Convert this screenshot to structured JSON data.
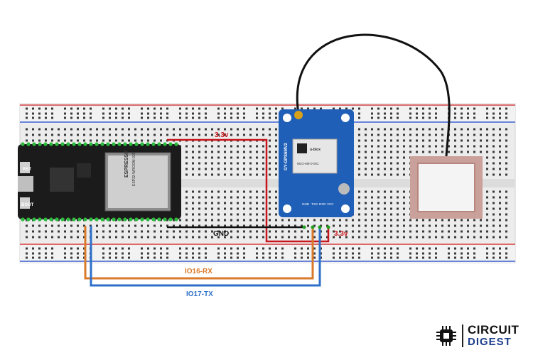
{
  "colors": {
    "power_wire": "#c8161d",
    "gnd_wire": "#111111",
    "rx_wire": "#d97a2b",
    "tx_wire": "#2e6fc9",
    "gps_board": "#1f5fb7",
    "esp_board": "#1b1b1b",
    "breadboard": "#e9e9e9",
    "rail_red": "#d23a3a",
    "rail_blue": "#3a5fd2",
    "antenna_cable": "#111111",
    "antenna_patch": "#c9a09a"
  },
  "icons": [
    "circuit-chip-icon"
  ],
  "wire_labels": {
    "vcc_top": "3.3v",
    "vcc_bottom": "3.3v",
    "gnd": "GND",
    "rx": "IO16-RX",
    "tx": "IO17-TX"
  },
  "esp32": {
    "module_brand": "ESPRESSIF",
    "module_name": "ESP32-WROOM-32D",
    "rst_label": "RST",
    "boot_label": "BOOT"
  },
  "gps": {
    "board_name": "GY-GPS6MV2",
    "chip_brand": "u-blox",
    "chip_model": "NEO-6M-0-001",
    "pin_labels": [
      "GND",
      "TXD",
      "RXD",
      "VCC"
    ]
  },
  "brand": {
    "line1": "CIRCUIT",
    "line2": "DIGEST"
  }
}
